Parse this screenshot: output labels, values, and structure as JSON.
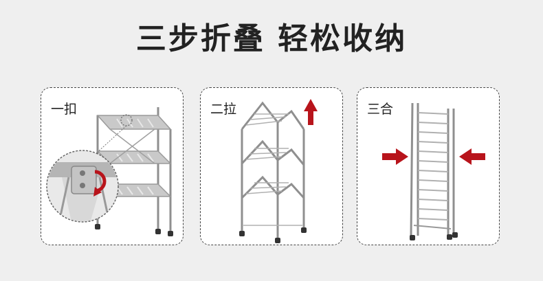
{
  "title": "三步折叠 轻松收纳",
  "steps": [
    {
      "label": "一扣",
      "icon": "clip-lock-icon"
    },
    {
      "label": "二拉",
      "icon": "arrow-up-icon"
    },
    {
      "label": "三合",
      "icon": "arrows-inward-icon"
    }
  ],
  "colors": {
    "accent": "#b8141b",
    "background": "#efefef",
    "frame": "#8a8a8a"
  }
}
